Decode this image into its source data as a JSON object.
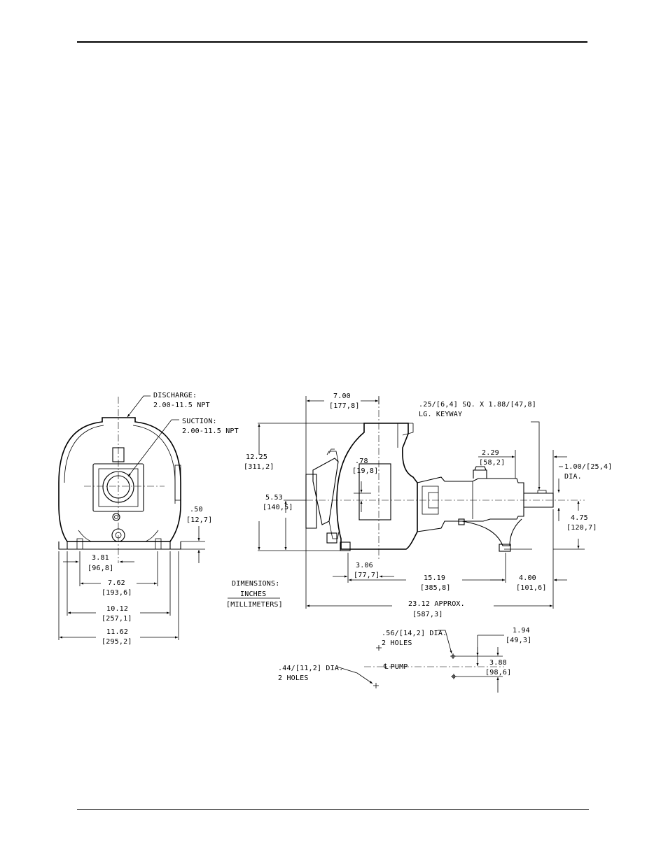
{
  "labels": {
    "discharge": [
      "DISCHARGE:",
      "2.00-11.5 NPT"
    ],
    "suction": [
      "SUCTION:",
      "2.00-11.5 NPT"
    ],
    "keyway": [
      ".25/[6,4] SQ. X 1.88/[47,8]",
      "LG. KEYWAY"
    ],
    "shaft_dia": [
      "1.00/[25,4]",
      "DIA."
    ],
    "units_note": [
      "DIMENSIONS:",
      "INCHES",
      "[MILLIMETERS]"
    ],
    "holes_large": [
      ".56/[14,2] DIA.",
      "2 HOLES"
    ],
    "holes_small": [
      ".44/[11,2] DIA.",
      "2 HOLES"
    ],
    "pump_centerline": "PUMP",
    "centerline_symbol": "℄"
  },
  "dimensions": {
    "d_3_81": [
      "3.81",
      "[96,8]"
    ],
    "d_7_62": [
      "7.62",
      "[193,6]"
    ],
    "d_10_12": [
      "10.12",
      "[257,1]"
    ],
    "d_11_62": [
      "11.62",
      "[295,2]"
    ],
    "d_0_50": [
      ".50",
      "[12,7]"
    ],
    "d_7_00": [
      "7.00",
      "[177,8]"
    ],
    "d_12_25": [
      "12.25",
      "[311,2]"
    ],
    "d_0_78": [
      ".78",
      "[19,8]"
    ],
    "d_5_53": [
      "5.53",
      "[140,5]"
    ],
    "d_2_29": [
      "2.29",
      "[58,2]"
    ],
    "d_4_75": [
      "4.75",
      "[120,7]"
    ],
    "d_3_06": [
      "3.06",
      "[77,7]"
    ],
    "d_15_19": [
      "15.19",
      "[385,8]"
    ],
    "d_4_00": [
      "4.00",
      "[101,6]"
    ],
    "d_23_12": [
      "23.12 APPROX.",
      "[587,3]"
    ],
    "d_1_94": [
      "1.94",
      "[49,3]"
    ],
    "d_3_88": [
      "3.88",
      "[98,6]"
    ]
  }
}
